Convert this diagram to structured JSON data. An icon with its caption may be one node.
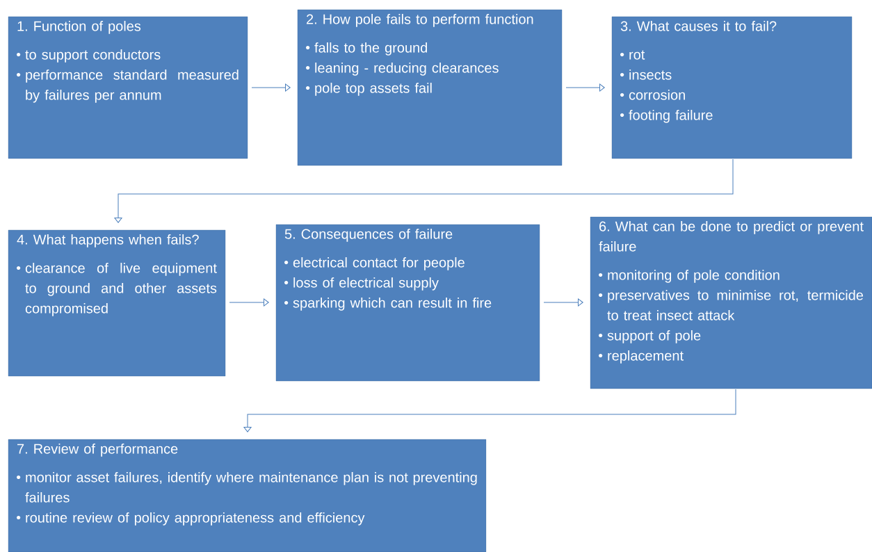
{
  "diagram": {
    "nodes": [
      {
        "text": [
          "1. Function of poles",
          "to support conductors",
          "performance standard measured by failures per annum"
        ]
      },
      {
        "text": [
          "2. How pole fails to perform function",
          "falls to the ground",
          "leaning - reducing clearances",
          "pole top assets fail"
        ]
      },
      {
        "text": [
          "3. What causes it to fail?",
          "rot",
          "insects",
          "corrosion",
          "footing failure"
        ]
      },
      {
        "text": [
          "4. What happens when fails?",
          "clearance of live equipment to ground and other assets compromised"
        ]
      },
      {
        "text": [
          "5. Consequences of failure",
          "electrical contact for people",
          "loss of electrical supply",
          "sparking which can result in fire"
        ]
      },
      {
        "text": [
          "6. What can be done to predict or prevent failure",
          "monitoring of pole condition",
          "preservatives to minimise rot, termicide to treat insect attack",
          "support of pole",
          "replacement"
        ]
      },
      {
        "text": [
          "7. Review of performance",
          "monitor asset failures, identify where maintenance plan is not preventing failures",
          "routine review of policy  appropriateness and efficiency"
        ]
      }
    ],
    "edges": [
      {
        "from": 0,
        "to": 1,
        "arrow": "to"
      },
      {
        "from": 1,
        "to": 2,
        "arrow": "to"
      },
      {
        "from": 2,
        "to": 3,
        "arrow": "to"
      },
      {
        "from": 3,
        "to": 4,
        "arrow": "to"
      },
      {
        "from": 4,
        "to": 5,
        "arrow": "to"
      },
      {
        "from": 5,
        "to": 6,
        "arrow": "to"
      }
    ]
  }
}
